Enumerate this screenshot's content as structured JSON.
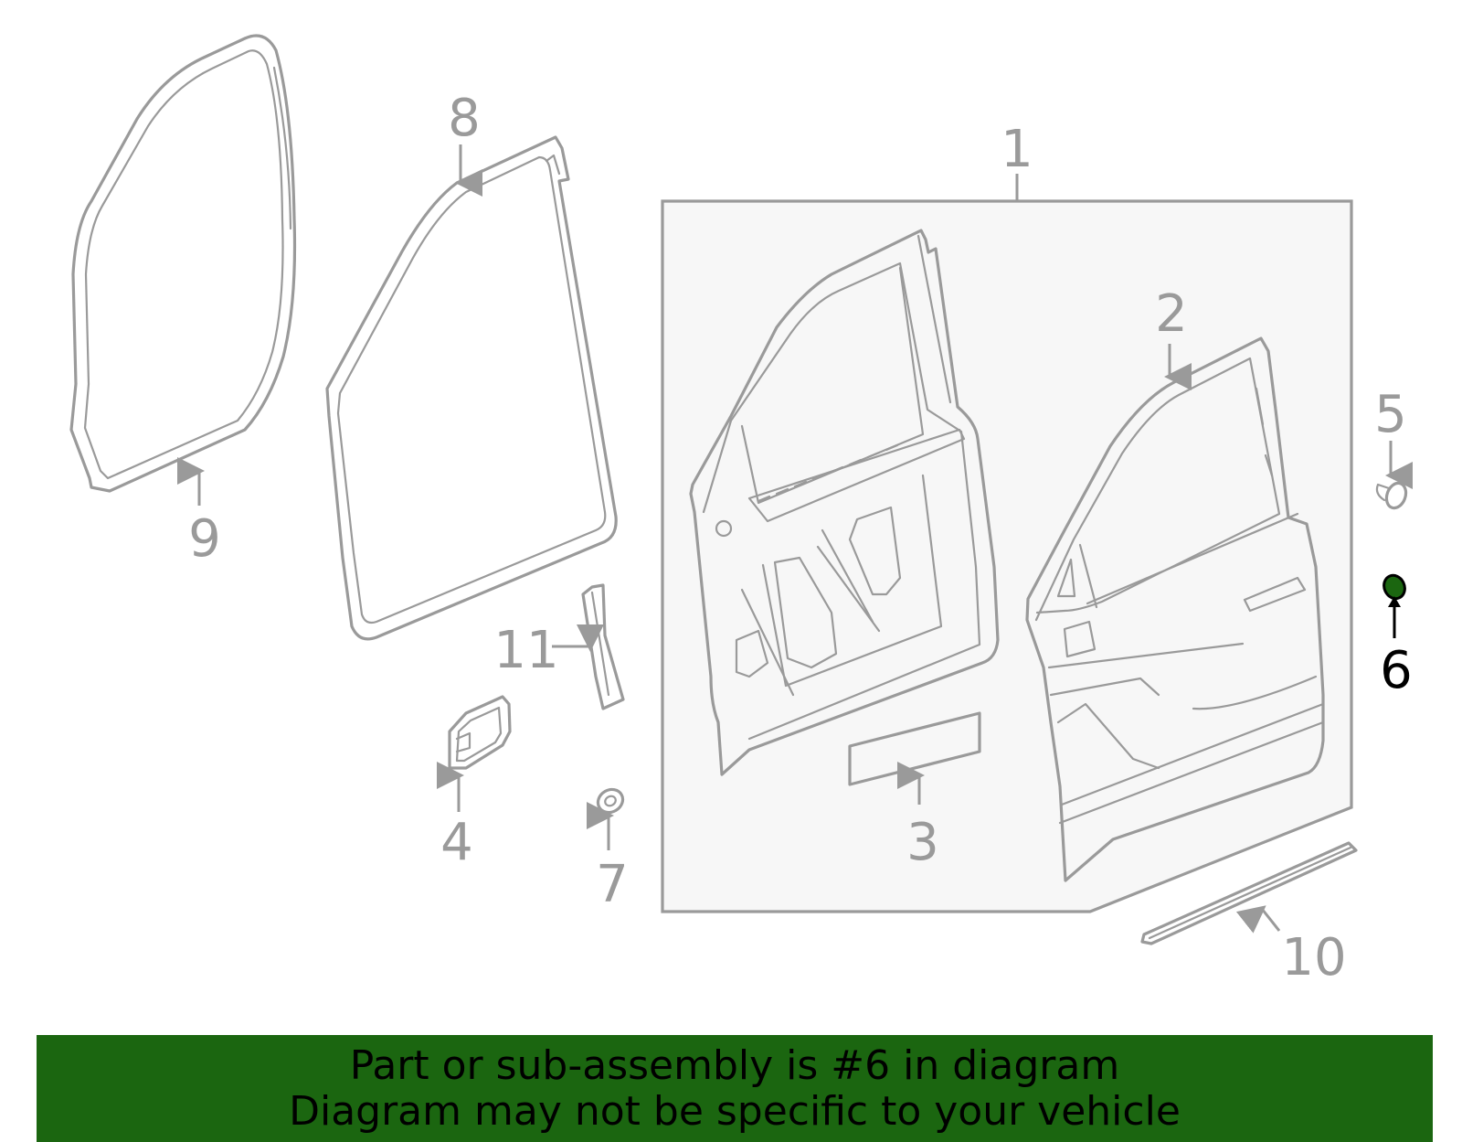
{
  "callouts": [
    {
      "id": "1",
      "label": "1"
    },
    {
      "id": "2",
      "label": "2"
    },
    {
      "id": "3",
      "label": "3"
    },
    {
      "id": "4",
      "label": "4"
    },
    {
      "id": "5",
      "label": "5"
    },
    {
      "id": "6",
      "label": "6"
    },
    {
      "id": "7",
      "label": "7"
    },
    {
      "id": "8",
      "label": "8"
    },
    {
      "id": "9",
      "label": "9"
    },
    {
      "id": "10",
      "label": "10"
    },
    {
      "id": "11",
      "label": "11"
    }
  ],
  "highlighted_part": "6",
  "colors": {
    "banner_background": "#1b6610",
    "highlight_fill": "#1b6610",
    "line_art": "#9a9a9a",
    "panel_fill": "#f7f7f7"
  },
  "banner": {
    "line1": "Part or sub-assembly is #6 in diagram",
    "line2": "Diagram may not be specific to your vehicle"
  }
}
